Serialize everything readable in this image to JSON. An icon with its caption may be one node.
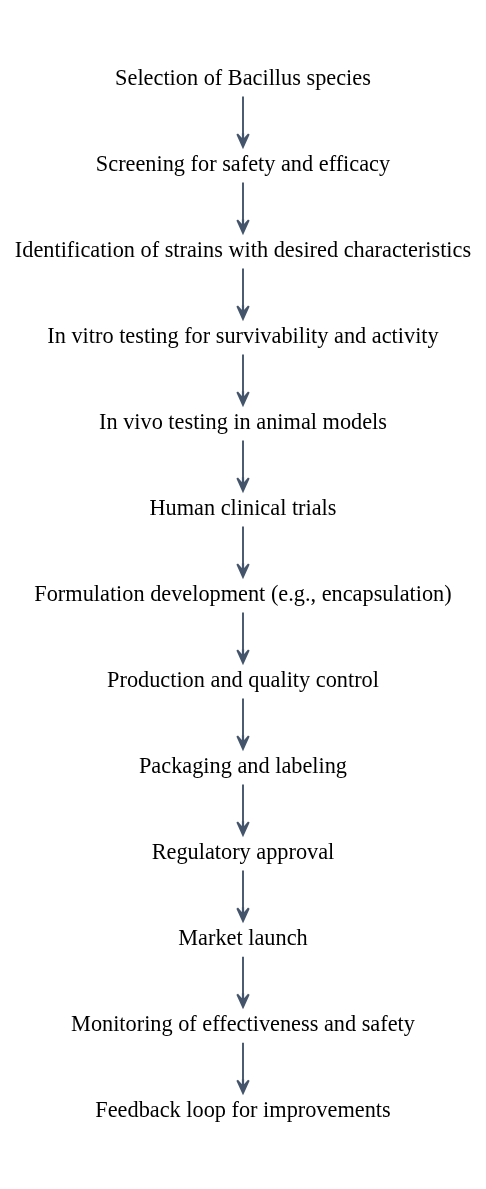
{
  "diagram": {
    "nodes": [
      {
        "text": [
          "Selection of Bacillus species"
        ]
      },
      {
        "text": [
          "Screening for safety and efficacy"
        ]
      },
      {
        "text": [
          "Identification of strains with desired characteristics"
        ]
      },
      {
        "text": [
          "In vitro testing for survivability and activity"
        ]
      },
      {
        "text": [
          "In vivo testing in animal models"
        ]
      },
      {
        "text": [
          "Human clinical trials"
        ]
      },
      {
        "text": [
          "Formulation development (e.g., encapsulation)"
        ]
      },
      {
        "text": [
          "Production and quality control"
        ]
      },
      {
        "text": [
          "Packaging and labeling"
        ]
      },
      {
        "text": [
          "Regulatory approval"
        ]
      },
      {
        "text": [
          "Market launch"
        ]
      },
      {
        "text": [
          "Monitoring of effectiveness and safety"
        ]
      },
      {
        "text": [
          "Feedback loop for improvements"
        ]
      }
    ],
    "edges": [
      {
        "from": 0,
        "to": 1,
        "arrow": "to"
      },
      {
        "from": 1,
        "to": 2,
        "arrow": "to"
      },
      {
        "from": 2,
        "to": 3,
        "arrow": "to"
      },
      {
        "from": 3,
        "to": 4,
        "arrow": "to"
      },
      {
        "from": 4,
        "to": 5,
        "arrow": "to"
      },
      {
        "from": 5,
        "to": 6,
        "arrow": "to"
      },
      {
        "from": 6,
        "to": 7,
        "arrow": "to"
      },
      {
        "from": 7,
        "to": 8,
        "arrow": "to"
      },
      {
        "from": 8,
        "to": 9,
        "arrow": "to"
      },
      {
        "from": 9,
        "to": 10,
        "arrow": "to"
      },
      {
        "from": 10,
        "to": 11,
        "arrow": "to"
      },
      {
        "from": 11,
        "to": 12,
        "arrow": "to"
      }
    ]
  }
}
